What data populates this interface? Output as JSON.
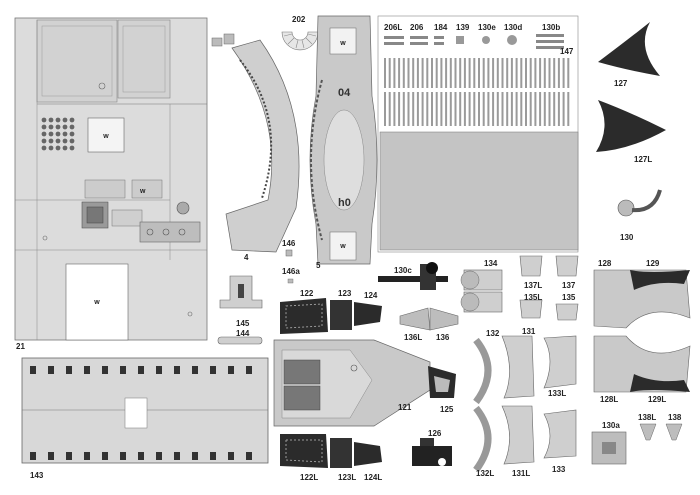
{
  "sheet": {
    "part_labels": {
      "p21": "21",
      "p202": "202",
      "p206L": "206L",
      "p206": "206",
      "p184": "184",
      "p139": "139",
      "p130e": "130e",
      "p130d": "130d",
      "p130b": "130b",
      "p147": "147",
      "p127": "127",
      "p127L": "127L",
      "p130": "130",
      "p4": "4",
      "p5": "5",
      "p146": "146",
      "p146a": "146a",
      "p145": "145",
      "p144": "144",
      "p130c": "130c",
      "p134": "134",
      "p137L": "137L",
      "p137": "137",
      "p128": "128",
      "p129": "129",
      "p122": "122",
      "p123": "123",
      "p124": "124",
      "p135L": "135L",
      "p135": "135",
      "p136L": "136L",
      "p136": "136",
      "p132": "132",
      "p131": "131",
      "p133L": "133L",
      "p128L": "128L",
      "p129L": "129L",
      "p143": "143",
      "p121": "121",
      "p125": "125",
      "p126": "126",
      "p130a": "130a",
      "p138L": "138L",
      "p138": "138",
      "p122L": "122L",
      "p123L": "123L",
      "p124L": "124L",
      "p132L": "132L",
      "p131L": "131L",
      "p133": "133"
    },
    "glue_mark": "w",
    "hull_markings": {
      "upper": "04",
      "lower": "h0"
    }
  }
}
